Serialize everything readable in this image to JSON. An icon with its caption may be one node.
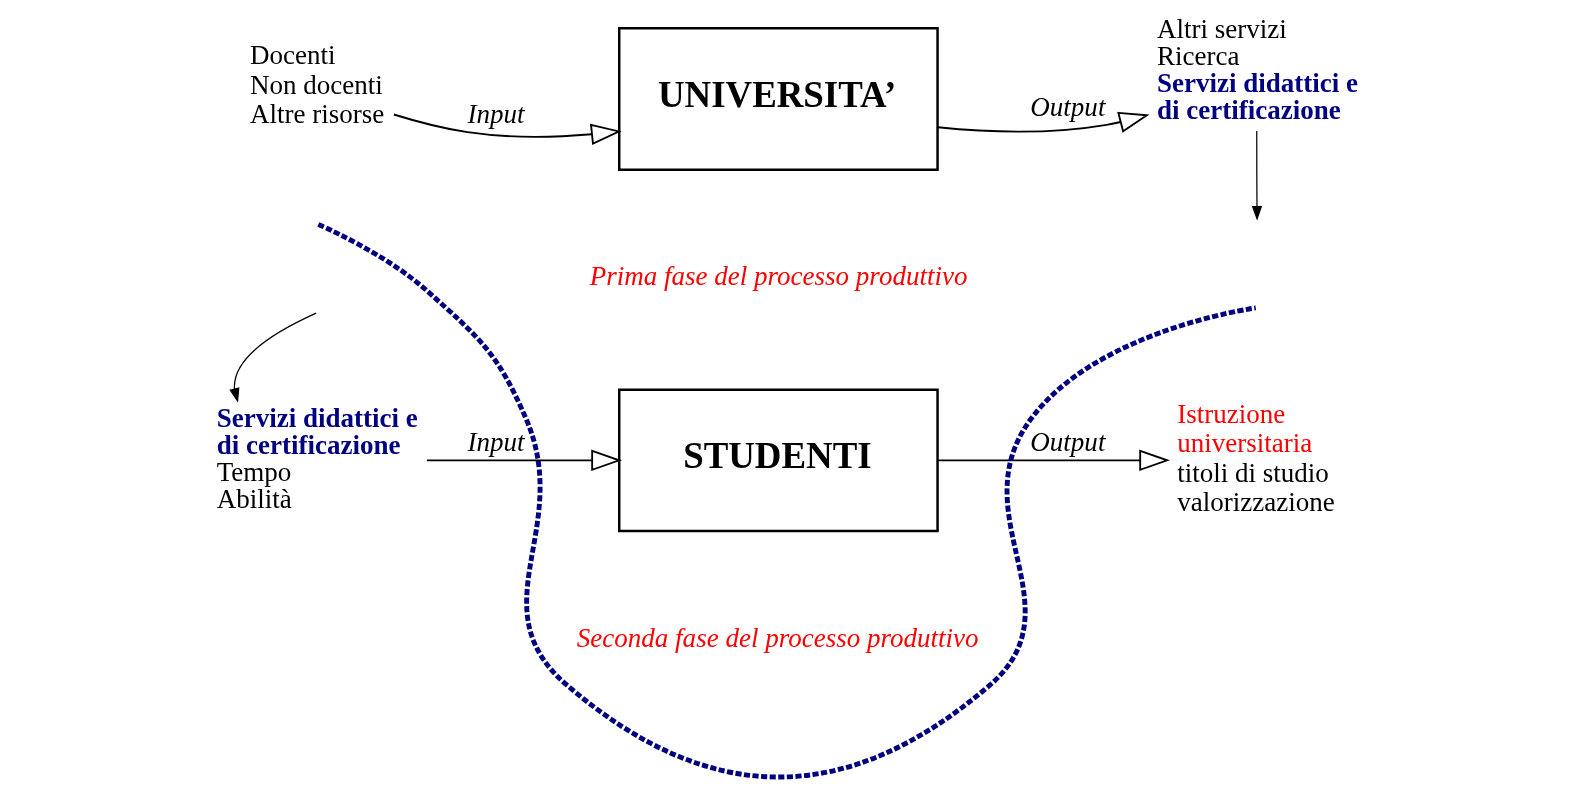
{
  "diagram": {
    "nodes": [
      {
        "text": [
          "Docenti",
          "Non docenti",
          "Altre risorse"
        ]
      },
      {
        "text": [
          "UNIVERSITA’"
        ]
      },
      {
        "text": [
          "Altri servizi",
          "Ricerca",
          "Servizi didattici e di certificazione"
        ]
      },
      {
        "text": [
          "Servizi didattici e di certificazione",
          "Tempo",
          "Abilità"
        ]
      },
      {
        "text": [
          "STUDENTI"
        ]
      },
      {
        "text": [
          "Istruzione universitaria",
          "titoli di studio",
          "valorizzazione"
        ]
      }
    ],
    "edges": [
      {
        "from": 0,
        "to": 1,
        "arrow": "to",
        "label": "Input"
      },
      {
        "from": 1,
        "to": 2,
        "arrow": "to",
        "label": "Output"
      },
      {
        "from": 2,
        "to": null,
        "arrow": "to"
      },
      {
        "from": null,
        "to": 3,
        "arrow": "to"
      },
      {
        "from": 3,
        "to": 4,
        "arrow": "to",
        "label": "Input"
      },
      {
        "from": 4,
        "to": 5,
        "arrow": "to",
        "label": "Output"
      }
    ],
    "labels": [
      "Prima fase del processo produttivo",
      "Seconda fase del processo produttivo"
    ]
  }
}
